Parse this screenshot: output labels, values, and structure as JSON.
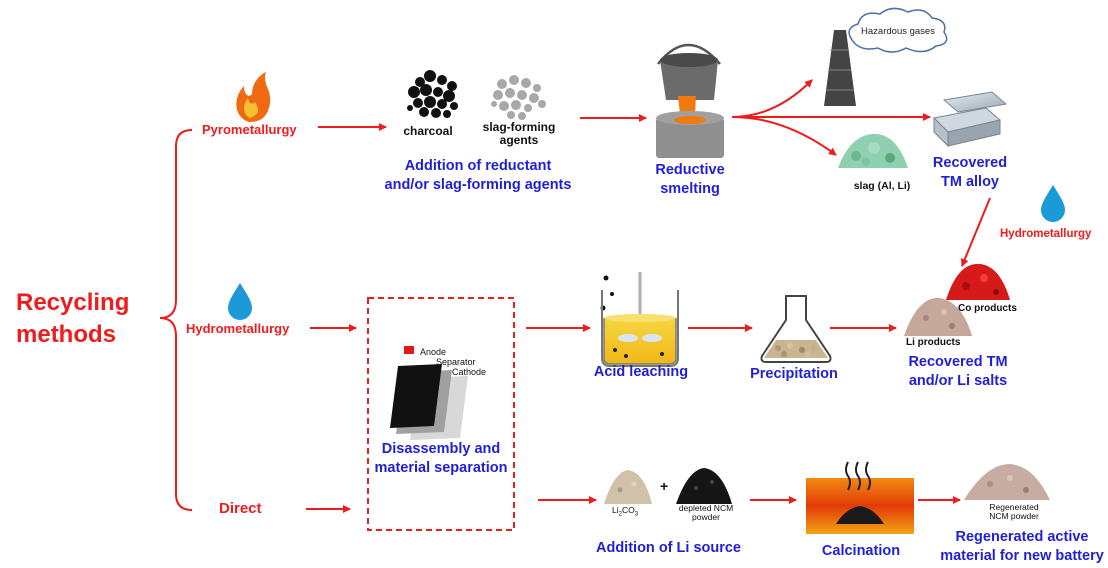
{
  "colors": {
    "accent_red": "#ee1c1c",
    "label_blue": "#1f1fd6"
  },
  "title": {
    "line1": "Recycling",
    "line2": "methods"
  },
  "branches": {
    "pyro": "Pyrometallurgy",
    "hydro": "Hydrometallurgy",
    "direct": "Direct"
  },
  "pyro": {
    "charcoal": "charcoal",
    "slag_line1": "slag-forming",
    "slag_line2": "agents",
    "step1_line1": "Addition of reductant",
    "step1_line2": "and/or slag-forming agents",
    "smelt_line1": "Reductive",
    "smelt_line2": "smelting",
    "gases": "Hazardous gases",
    "slag_product": "slag (Al, Li)",
    "alloy_line1": "Recovered",
    "alloy_line2": "TM alloy",
    "hydro_side": "Hydrometallurgy"
  },
  "hydro": {
    "anode": "Anode",
    "separator": "Separator",
    "cathode": "Cathode",
    "disassembly_line1": "Disassembly and",
    "disassembly_line2": "material separation",
    "leaching": "Acid leaching",
    "precipitation": "Precipitation",
    "co_products": "Co products",
    "li_products": "Li products",
    "salts_line1": "Recovered TM",
    "salts_line2": "and/or Li salts"
  },
  "direct": {
    "li2co3_main": "Li",
    "li2co3_sub1": "2",
    "li2co3_mid": "CO",
    "li2co3_sub2": "3",
    "plus": "+",
    "ncm_line1": "depleted NCM",
    "ncm_line2": "powder",
    "li_source": "Addition of Li source",
    "calcination": "Calcination",
    "regen_line1": "Regenerated",
    "regen_line2": "NCM powder",
    "final_line1": "Regenerated active",
    "final_line2": "material for new battery"
  }
}
